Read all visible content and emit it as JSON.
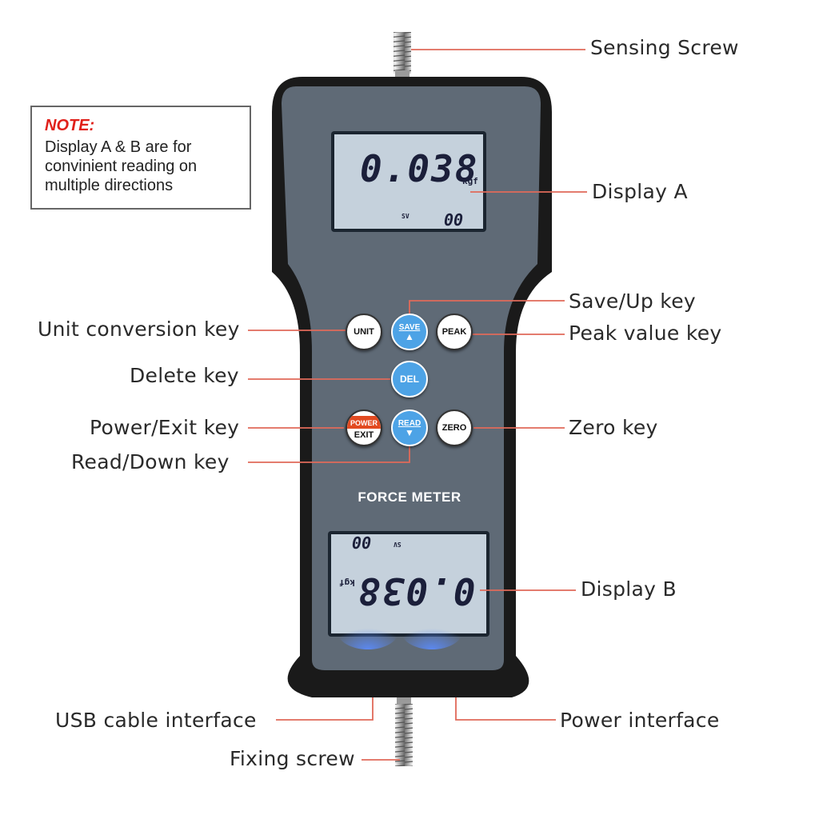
{
  "colors": {
    "leader_line": "#e06a5a",
    "note_title": "#e0201a",
    "body": "#111111",
    "panel": "#5f6a76",
    "lcd": "#c5d1dc",
    "key_blue": "#4da3e6",
    "power_red": "#e24a20"
  },
  "note": {
    "title": "NOTE:",
    "text": "Display A & B are for convinient reading on multiple directions"
  },
  "callouts": {
    "sensing_screw": "Sensing Screw",
    "display_a": "Display A",
    "save_up_key": "Save/Up key",
    "unit_conversion_key": "Unit conversion key",
    "peak_value_key": "Peak value key",
    "delete_key": "Delete key",
    "power_exit_key": "Power/Exit key",
    "zero_key": "Zero key",
    "read_down_key": "Read/Down key",
    "display_b": "Display B",
    "usb_cable_interface": "USB cable interface",
    "power_interface": "Power interface",
    "fixing_screw": "Fixing screw"
  },
  "device": {
    "brand": "FORCE METER",
    "display_a": {
      "reading": "0.038",
      "unit": "kgf",
      "sv": "SV",
      "index": "00"
    },
    "display_b": {
      "reading": "0.038",
      "unit": "kgf",
      "sv": "SV",
      "index": "00"
    },
    "keys": {
      "unit": "UNIT",
      "save": "SAVE",
      "peak": "PEAK",
      "del": "DEL",
      "power": "POWER",
      "exit": "EXIT",
      "read": "READ",
      "zero": "ZERO"
    }
  }
}
